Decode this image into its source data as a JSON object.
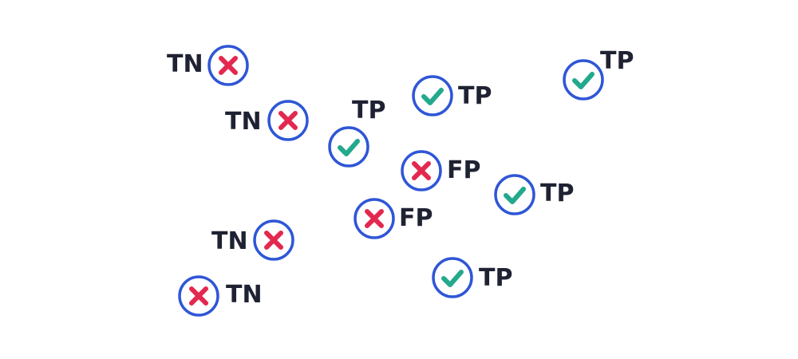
{
  "colors": {
    "ring": "#2f56d6",
    "check": "#23a98c",
    "cross": "#e3284f",
    "label": "#1f2232",
    "background": "#ffffff"
  },
  "items": [
    {
      "label": "TN",
      "icon": "cross-icon"
    },
    {
      "label": "TN",
      "icon": "cross-icon"
    },
    {
      "label": "TP",
      "icon": "check-icon"
    },
    {
      "label": "TP",
      "icon": "check-icon"
    },
    {
      "label": "TP",
      "icon": "check-icon"
    },
    {
      "label": "FP",
      "icon": "cross-icon"
    },
    {
      "label": "TP",
      "icon": "check-icon"
    },
    {
      "label": "FP",
      "icon": "cross-icon"
    },
    {
      "label": "TN",
      "icon": "cross-icon"
    },
    {
      "label": "TN",
      "icon": "cross-icon"
    },
    {
      "label": "TP",
      "icon": "check-icon"
    }
  ]
}
